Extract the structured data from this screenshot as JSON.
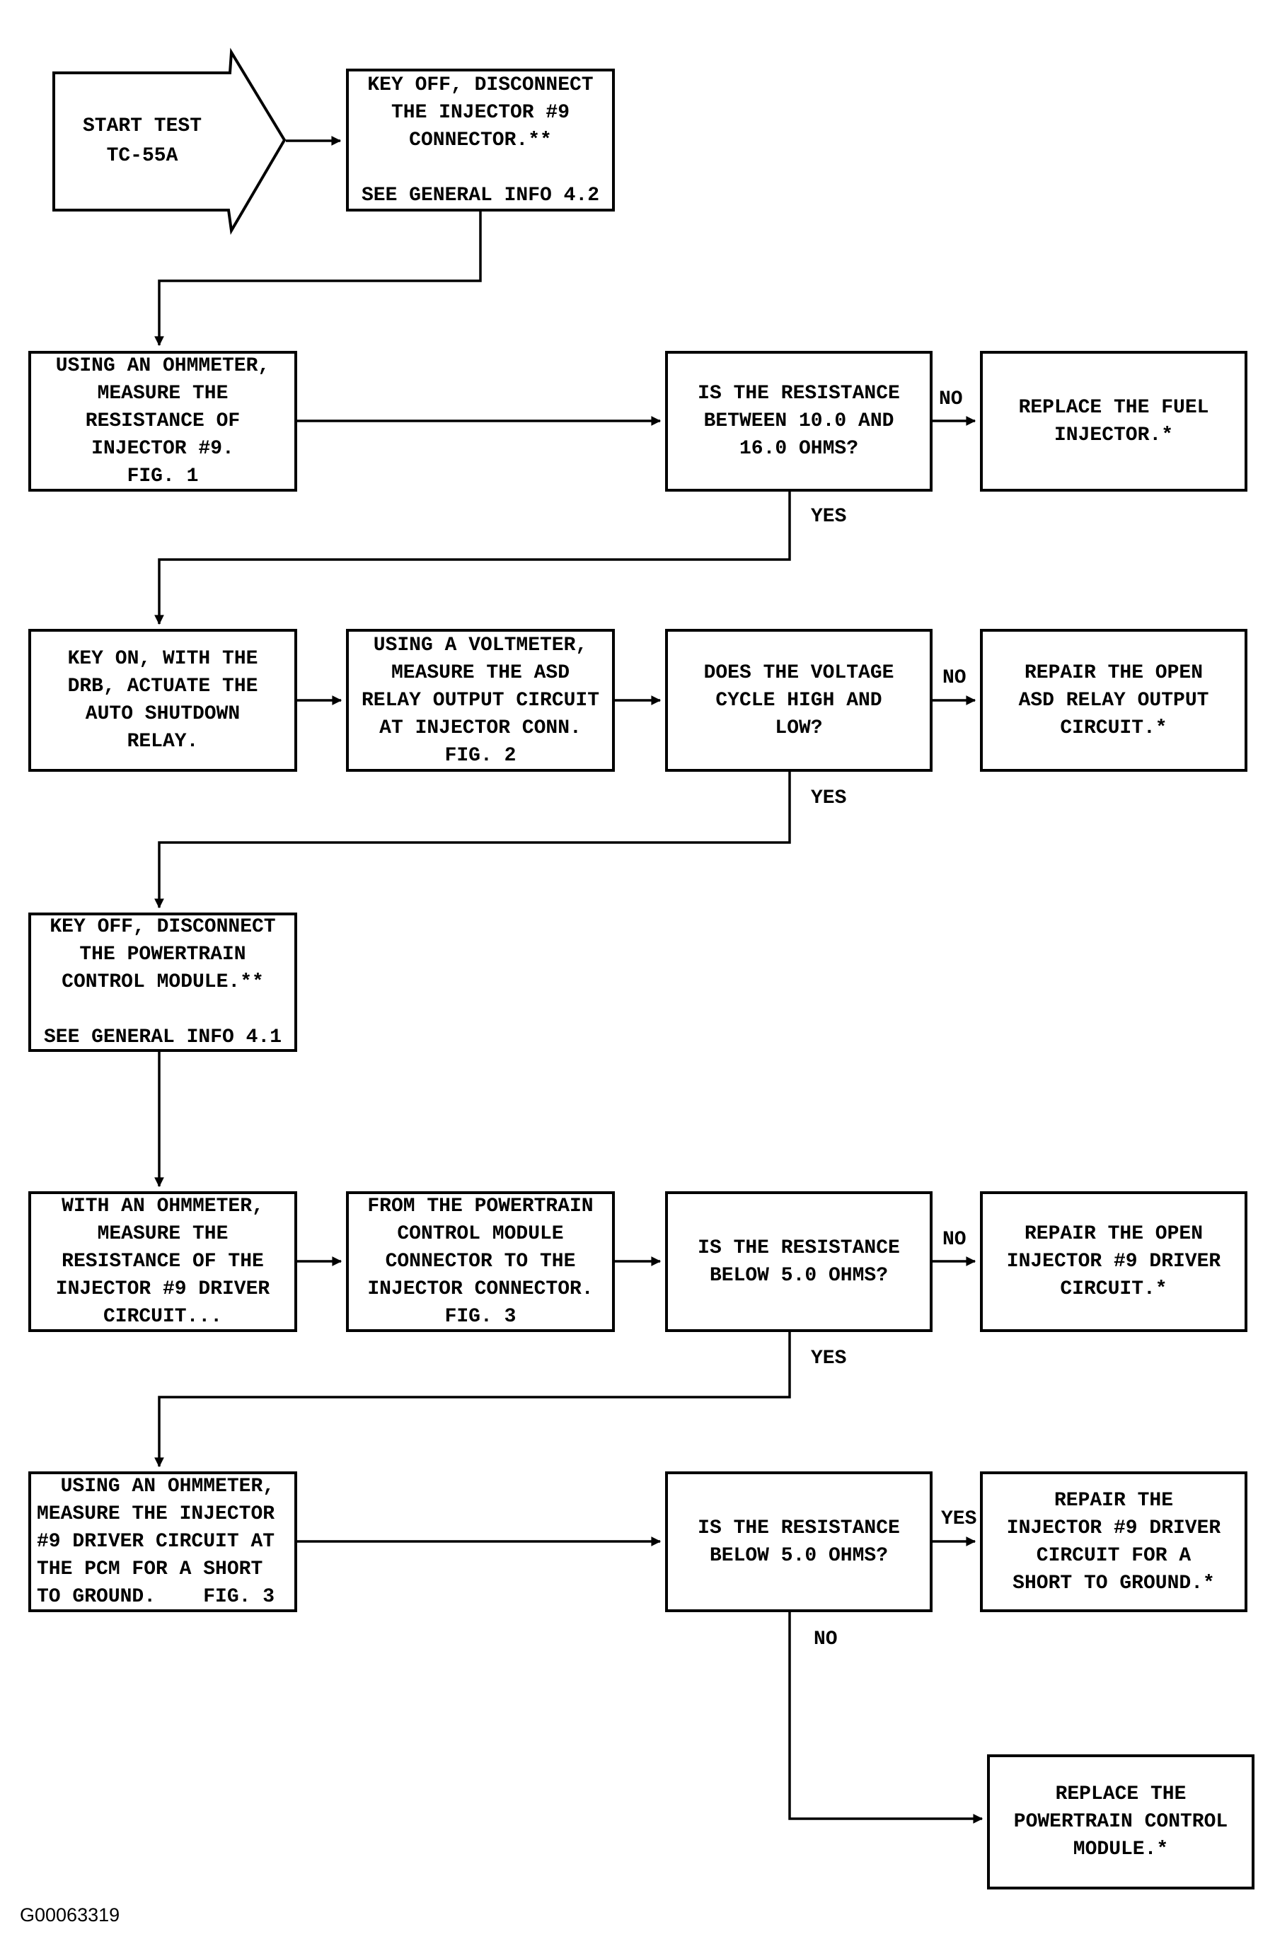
{
  "figure_id": "G00063319",
  "edge_labels": {
    "r2_no": "NO",
    "r2_yes": "YES",
    "r3_no": "NO",
    "r3_yes": "YES",
    "r5_no": "NO",
    "r5_yes": "YES",
    "r6_yes": "YES",
    "r6_no": "NO"
  },
  "nodes": {
    "start": {
      "text": "START TEST\nTC-55A"
    },
    "key_off_injector": {
      "text": "KEY OFF, DISCONNECT\nTHE INJECTOR #9\nCONNECTOR.**\n\nSEE GENERAL INFO 4.2"
    },
    "measure_injector": {
      "text": "USING AN OHMMETER,\nMEASURE THE\nRESISTANCE OF\nINJECTOR #9.\nFIG. 1"
    },
    "resistance_10_16": {
      "text": "IS THE RESISTANCE\nBETWEEN 10.0 AND\n16.0 OHMS?"
    },
    "replace_fuel_injector": {
      "text": "REPLACE THE FUEL\nINJECTOR.*"
    },
    "key_on_actuate_relay": {
      "text": "KEY ON, WITH THE\nDRB, ACTUATE THE\nAUTO SHUTDOWN\nRELAY."
    },
    "voltmeter_asd": {
      "text": "USING A VOLTMETER,\nMEASURE THE ASD\nRELAY OUTPUT CIRCUIT\nAT INJECTOR CONN.\nFIG. 2"
    },
    "voltage_cycle": {
      "text": "DOES THE VOLTAGE\nCYCLE HIGH AND\nLOW?"
    },
    "repair_asd_output": {
      "text": "REPAIR THE OPEN\nASD RELAY OUTPUT\nCIRCUIT.*"
    },
    "key_off_pcm": {
      "text": "KEY OFF, DISCONNECT\nTHE POWERTRAIN\nCONTROL MODULE.**\n\nSEE GENERAL INFO 4.1"
    },
    "ohmmeter_driver": {
      "text": "WITH AN OHMMETER,\nMEASURE THE\nRESISTANCE OF THE\nINJECTOR #9 DRIVER\nCIRCUIT..."
    },
    "pcm_to_injector": {
      "text": "FROM THE POWERTRAIN\nCONTROL MODULE\nCONNECTOR TO THE\nINJECTOR CONNECTOR.\nFIG. 3"
    },
    "below5_open": {
      "text": "IS THE RESISTANCE\nBELOW 5.0 OHMS?"
    },
    "repair_open_driver": {
      "text": "REPAIR THE OPEN\nINJECTOR #9 DRIVER\nCIRCUIT.*"
    },
    "ohmmeter_short": {
      "text": "  USING AN OHMMETER,\nMEASURE THE INJECTOR\n#9 DRIVER CIRCUIT AT\nTHE PCM FOR A SHORT\nTO GROUND.    FIG. 3"
    },
    "below5_short": {
      "text": "IS THE RESISTANCE\nBELOW 5.0 OHMS?"
    },
    "repair_driver_short": {
      "text": "REPAIR THE\nINJECTOR #9 DRIVER\nCIRCUIT FOR A\nSHORT TO GROUND.*"
    },
    "replace_pcm": {
      "text": "REPLACE THE\nPOWERTRAIN CONTROL\nMODULE.*"
    }
  }
}
